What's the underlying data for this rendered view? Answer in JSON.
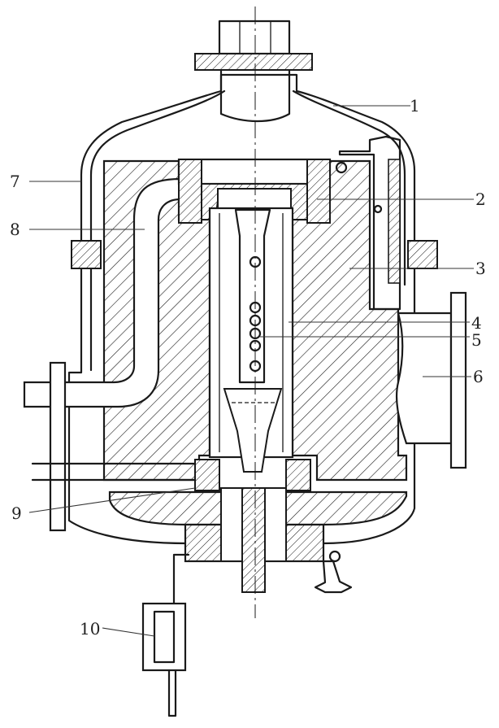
{
  "callouts": [
    {
      "id": "1",
      "text": "1"
    },
    {
      "id": "2",
      "text": "2"
    },
    {
      "id": "3",
      "text": "3"
    },
    {
      "id": "4",
      "text": "4"
    },
    {
      "id": "5",
      "text": "5"
    },
    {
      "id": "6",
      "text": "6"
    },
    {
      "id": "7",
      "text": "7"
    },
    {
      "id": "8",
      "text": "8"
    },
    {
      "id": "9",
      "text": "9"
    },
    {
      "id": "10",
      "text": "10"
    }
  ],
  "colors": {
    "stroke": "#1a1a1a",
    "background": "#ffffff"
  }
}
